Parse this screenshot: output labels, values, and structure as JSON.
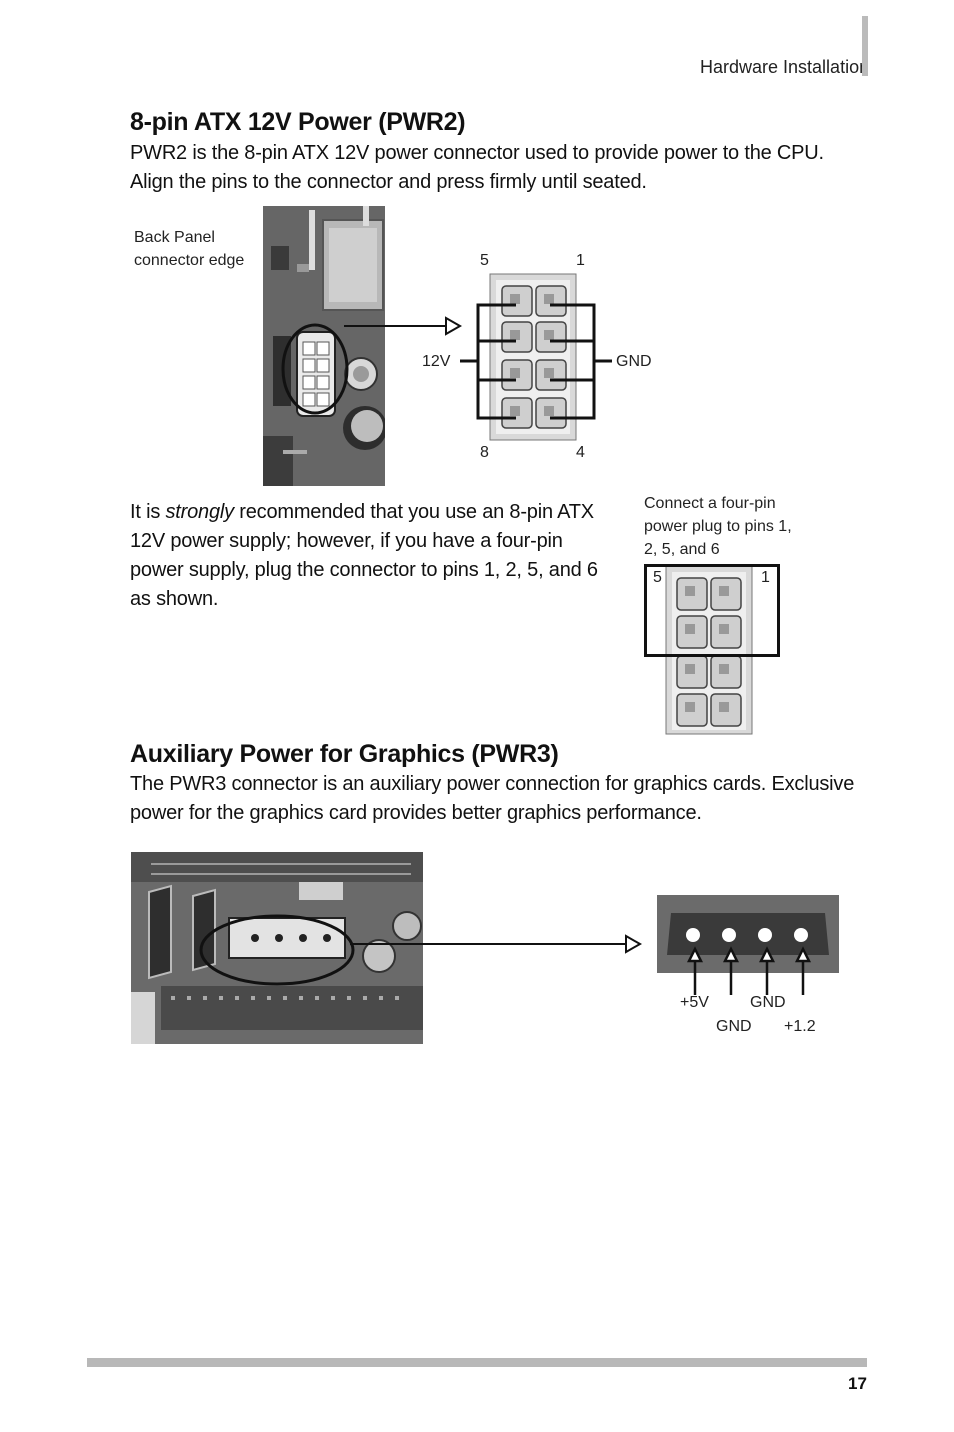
{
  "header": {
    "section": "Hardware Installation"
  },
  "pwr2": {
    "title": "8-pin ATX 12V Power (PWR2)",
    "description": "PWR2 is the 8-pin ATX 12V power connector used to provide power to the CPU. Align the pins to the connector and press firmly until seated.",
    "edge_label": "Back Panel connector edge",
    "pin_top_left": "5",
    "pin_top_right": "1",
    "pin_bottom_left": "8",
    "pin_bottom_right": "4",
    "left_label": "12V",
    "right_label": "GND",
    "note_prefix": "It is ",
    "note_emphasis": "strongly",
    "note_suffix": " recommended that you use an 8-pin ATX 12V power supply; however, if you have a four-pin power supply, plug the connector to pins 1, 2, 5, and 6 as shown.",
    "fourpin_caption": "Connect a four-pin power plug to pins 1, 2, 5, and 6",
    "fourpin_left": "5",
    "fourpin_right": "1"
  },
  "pwr3": {
    "title": "Auxiliary Power for Graphics (PWR3)",
    "description": "The PWR3 connector is an auxiliary power connection for graphics cards. Exclusive power for the graphics card provides better graphics performance.",
    "pin_labels": [
      "+5V",
      "GND",
      "GND",
      "+1.2"
    ]
  },
  "footer": {
    "page_number": "17"
  }
}
